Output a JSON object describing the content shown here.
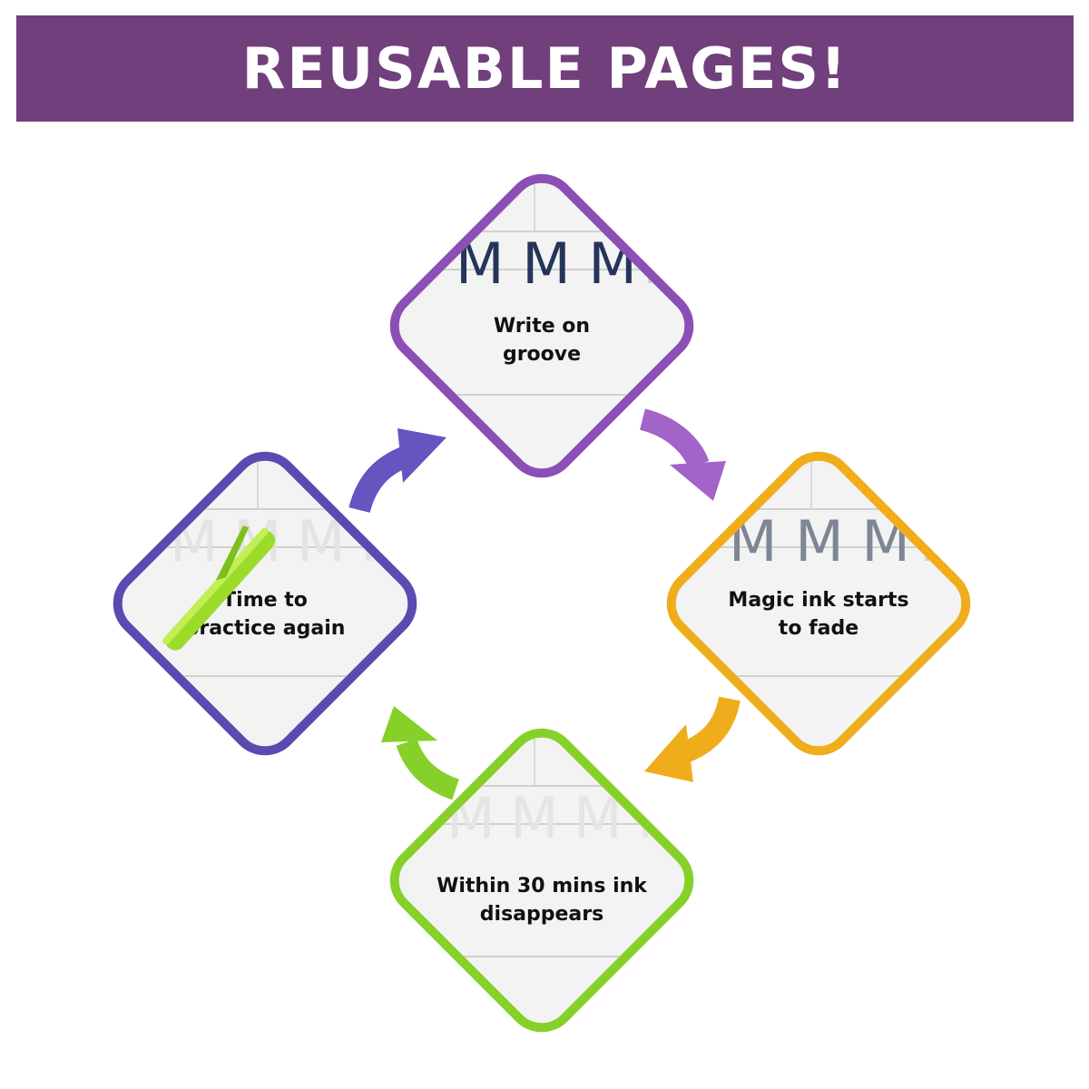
{
  "banner": {
    "title": "REUSABLE PAGES!"
  },
  "steps": [
    {
      "caption_line1": "Write on",
      "caption_line2": "groove",
      "color": "#8b4fb6",
      "ink_color": "#253459",
      "ink": "M M M"
    },
    {
      "caption_line1": "Magic ink starts",
      "caption_line2": "to fade",
      "color": "#f0ad1b",
      "ink_color": "#7e8595",
      "ink": "M M M"
    },
    {
      "caption_line1": "Within 30 mins ink",
      "caption_line2": "disappears",
      "color": "#86d02a"
    },
    {
      "caption_line1": "Time to",
      "caption_line2": "practice again",
      "color": "#5a4bb0"
    }
  ],
  "colors": {
    "banner": "#713f7b",
    "pen": "#9bdc2a"
  },
  "icons": {
    "pen": "pen-icon",
    "arrow": "curved-arrow-icon"
  }
}
